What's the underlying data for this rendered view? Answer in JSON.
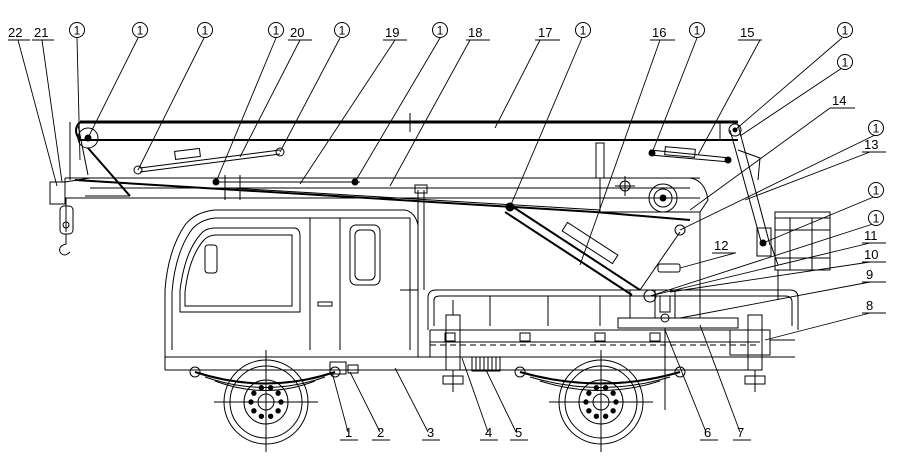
{
  "labels": {
    "n1": "1",
    "n2": "2",
    "n3": "3",
    "n4": "4",
    "n5": "5",
    "n6": "6",
    "n7": "7",
    "n8": "8",
    "n9": "9",
    "n10": "10",
    "n11": "11",
    "n12": "12",
    "n13": "13",
    "n14": "14",
    "n15": "15",
    "n16": "16",
    "n17": "17",
    "n18": "18",
    "n19": "19",
    "n20": "20",
    "n21": "21",
    "n22": "22"
  },
  "lube_mark": "1"
}
